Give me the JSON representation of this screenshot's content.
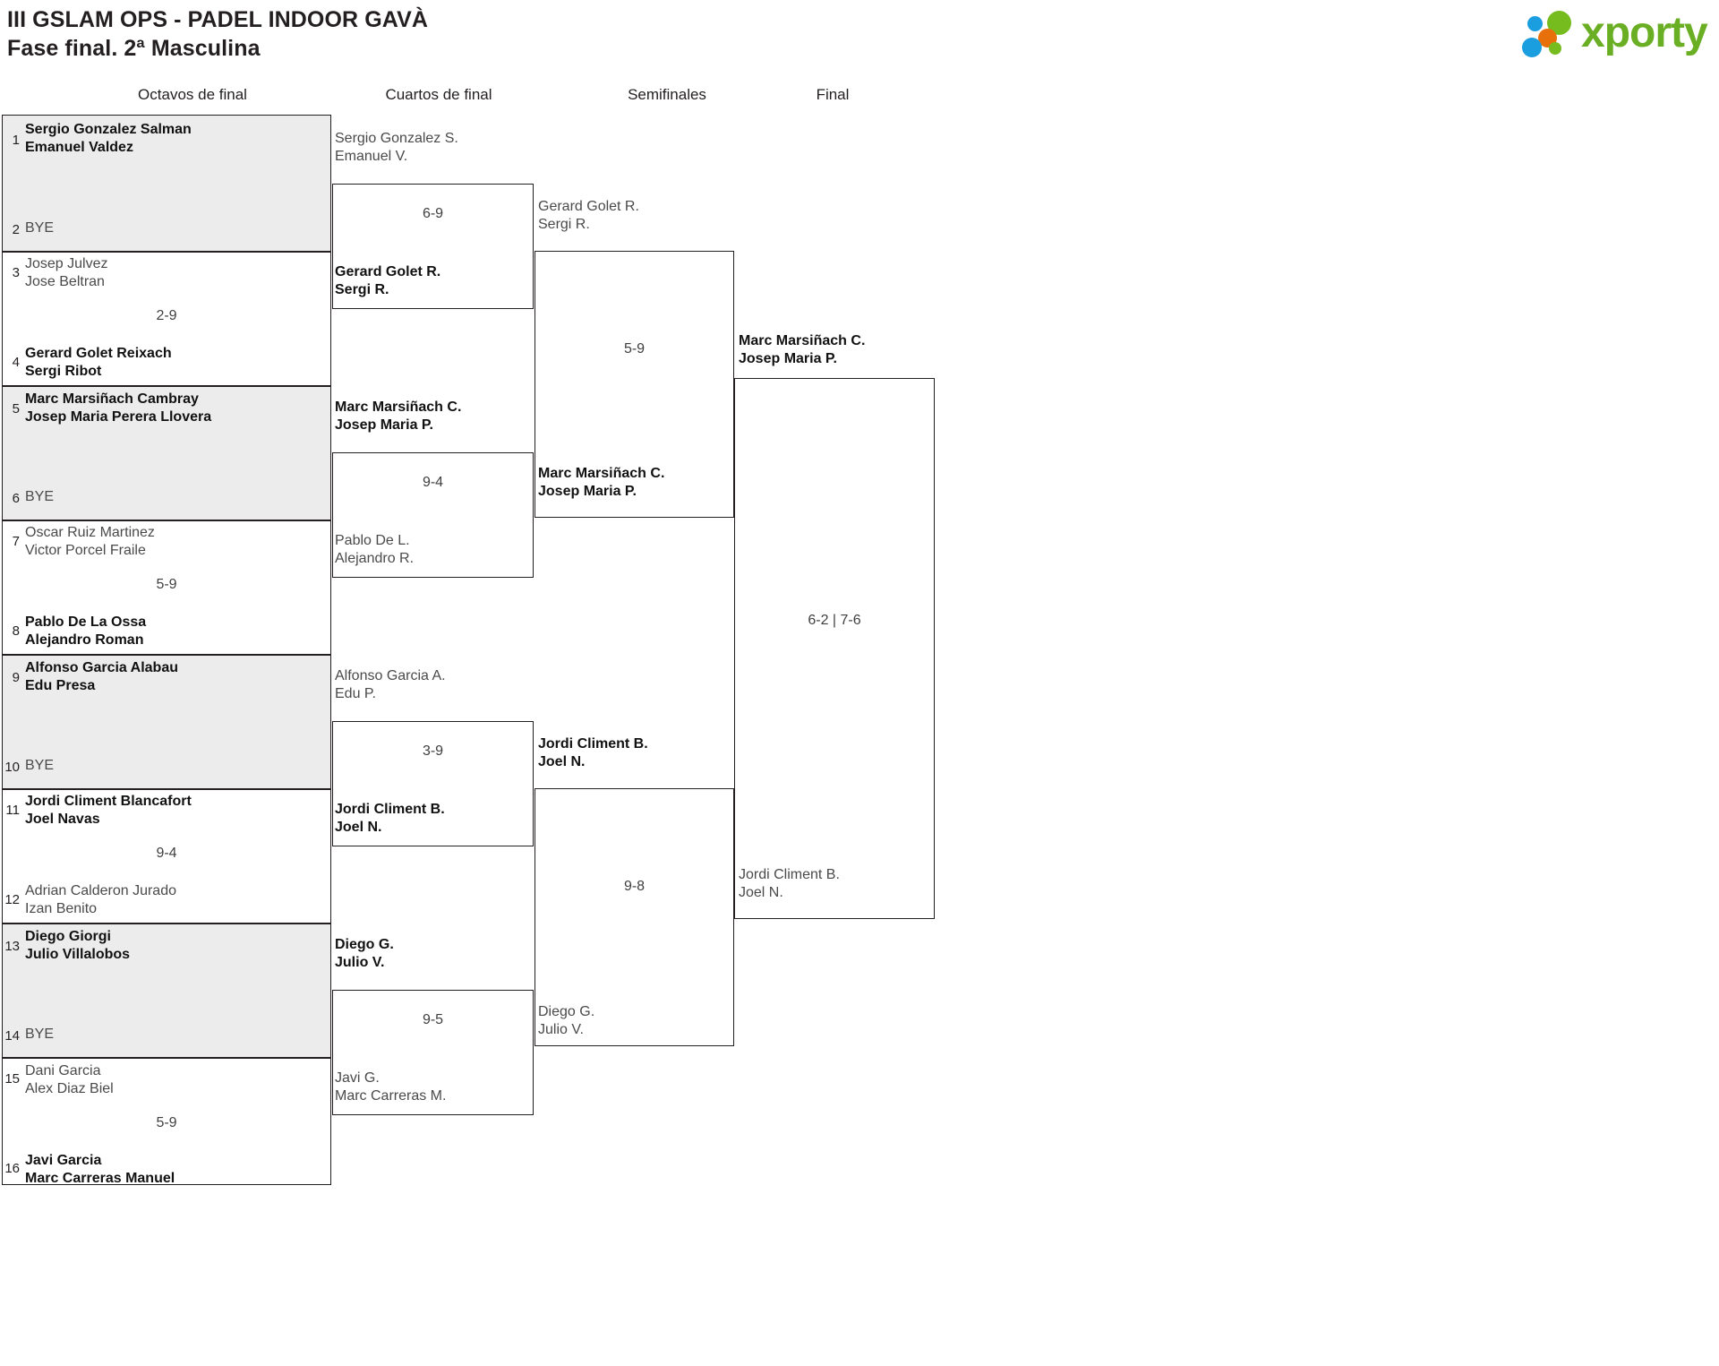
{
  "header": {
    "title_line1": "III GSLAM OPS - PADEL INDOOR GAVÀ",
    "title_line2": "Fase final. 2ª Masculina",
    "logo_text": "xporty"
  },
  "rounds": [
    {
      "label": "Octavos de final"
    },
    {
      "label": "Cuartos de final"
    },
    {
      "label": "Semifinales"
    },
    {
      "label": "Final"
    }
  ],
  "round1": {
    "slots": [
      {
        "seed": "1",
        "p1": "Sergio Gonzalez Salman",
        "p2": "Emanuel Valdez"
      },
      {
        "seed": "2",
        "p1": "BYE",
        "p2": ""
      },
      {
        "seed": "3",
        "p1": "Josep Julvez",
        "p2": "Jose Beltran"
      },
      {
        "seed": "4",
        "p1": "Gerard Golet Reixach",
        "p2": "Sergi Ribot"
      },
      {
        "seed": "5",
        "p1": "Marc Marsiñach Cambray",
        "p2": "Josep Maria Perera Llovera"
      },
      {
        "seed": "6",
        "p1": "BYE",
        "p2": ""
      },
      {
        "seed": "7",
        "p1": "Oscar Ruiz Martinez",
        "p2": "Victor Porcel Fraile"
      },
      {
        "seed": "8",
        "p1": "Pablo De La Ossa",
        "p2": "Alejandro Roman"
      },
      {
        "seed": "9",
        "p1": "Alfonso Garcia Alabau",
        "p2": "Edu Presa"
      },
      {
        "seed": "10",
        "p1": "BYE",
        "p2": ""
      },
      {
        "seed": "11",
        "p1": "Jordi Climent Blancafort",
        "p2": "Joel Navas"
      },
      {
        "seed": "12",
        "p1": "Adrian Calderon Jurado",
        "p2": "Izan Benito"
      },
      {
        "seed": "13",
        "p1": "Diego Giorgi",
        "p2": "Julio Villalobos"
      },
      {
        "seed": "14",
        "p1": "BYE",
        "p2": ""
      },
      {
        "seed": "15",
        "p1": "Dani Garcia",
        "p2": "Alex Diaz Biel"
      },
      {
        "seed": "16",
        "p1": "Javi Garcia",
        "p2": "Marc Carreras Manuel"
      }
    ],
    "scores": [
      "2-9",
      "5-9",
      "9-4",
      "5-9"
    ]
  },
  "round2": {
    "teams": [
      {
        "p1": "Sergio Gonzalez S.",
        "p2": "Emanuel V."
      },
      {
        "p1": "Gerard Golet R.",
        "p2": "Sergi R."
      },
      {
        "p1": "Marc Marsiñach C.",
        "p2": "Josep Maria P."
      },
      {
        "p1": "Pablo De L.",
        "p2": "Alejandro R."
      },
      {
        "p1": "Alfonso Garcia A.",
        "p2": "Edu P."
      },
      {
        "p1": "Jordi Climent B.",
        "p2": "Joel N."
      },
      {
        "p1": "Diego G.",
        "p2": "Julio V."
      },
      {
        "p1": "Javi G.",
        "p2": "Marc Carreras M."
      }
    ],
    "scores": [
      "6-9",
      "9-4",
      "3-9",
      "9-5"
    ]
  },
  "round3": {
    "teams": [
      {
        "p1": "Gerard Golet R.",
        "p2": "Sergi R."
      },
      {
        "p1": "Marc Marsiñach C.",
        "p2": "Josep Maria P."
      },
      {
        "p1": "Jordi Climent B.",
        "p2": "Joel N."
      },
      {
        "p1": "Diego G.",
        "p2": "Julio V."
      }
    ],
    "scores": [
      "5-9",
      "9-8"
    ]
  },
  "round4": {
    "teams": [
      {
        "p1": "Marc Marsiñach C.",
        "p2": "Josep Maria P."
      },
      {
        "p1": "Jordi Climent B.",
        "p2": "Joel N."
      }
    ],
    "scores": [
      "6-2 | 7-6"
    ]
  }
}
